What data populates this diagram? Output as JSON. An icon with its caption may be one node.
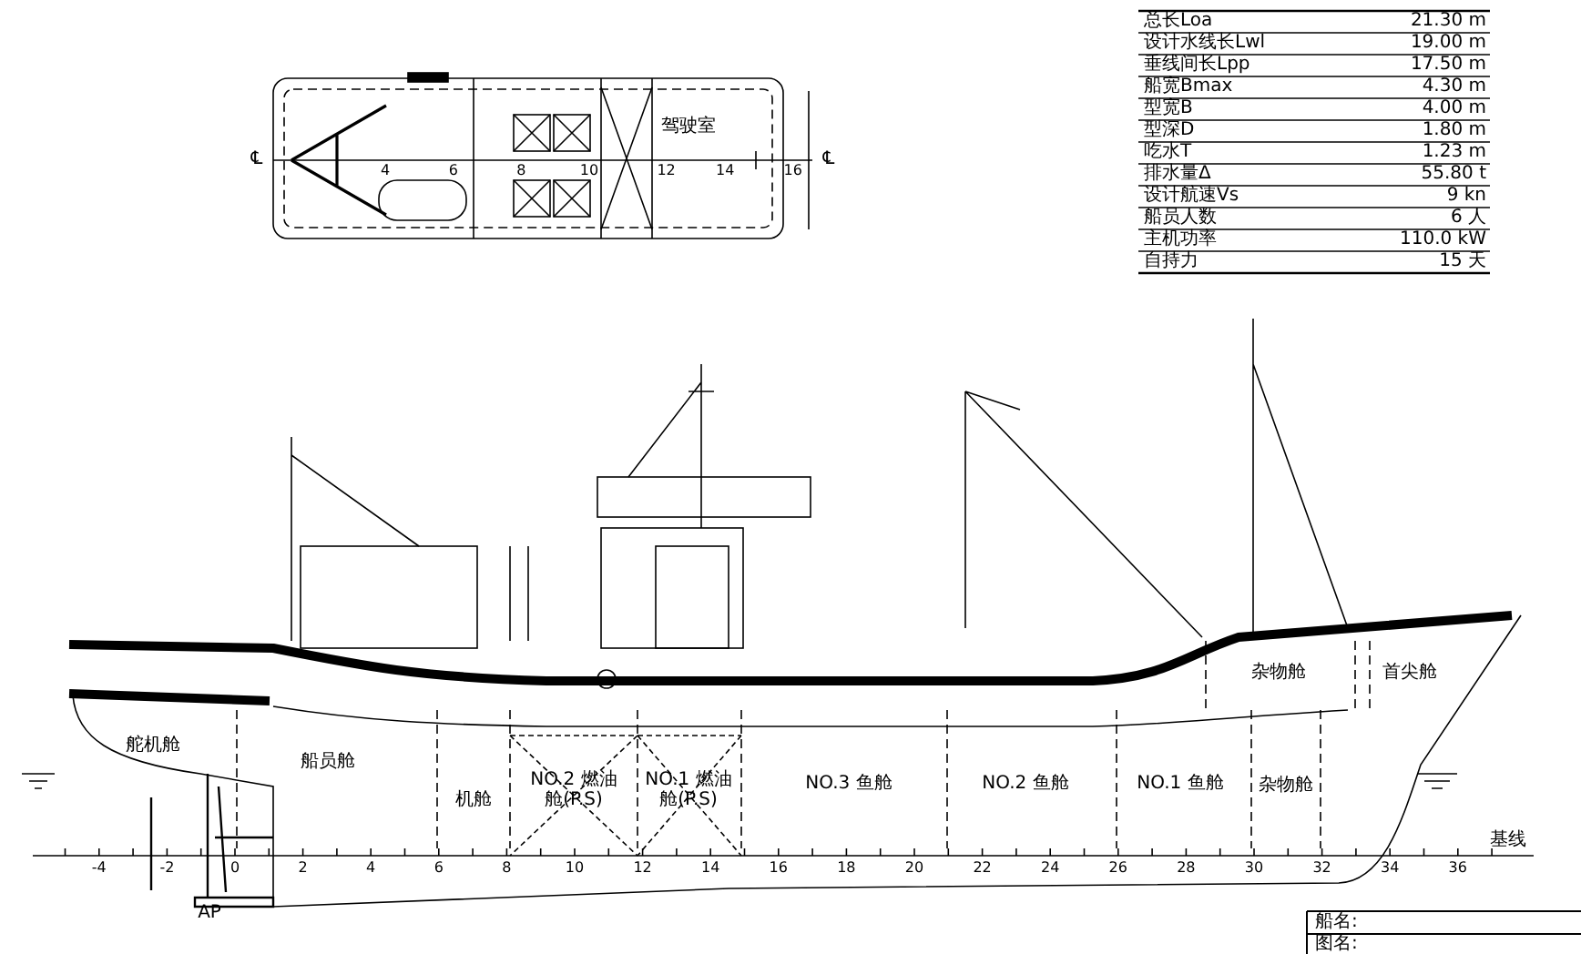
{
  "diagram": {
    "labels": [
      "总长Loa",
      "21.30 m",
      "设计水线长Lwl",
      "19.00 m",
      "垂线间长Lpp",
      "17.50 m",
      "船宽Bmax",
      "4.30 m",
      "型宽B",
      "4.00 m",
      "型深D",
      "1.80 m",
      "吃水T",
      "1.23 m",
      "排水量Δ",
      "55.80 t",
      "设计航速Vs",
      "9 kn",
      "船员人数",
      "6 人",
      "主机功率",
      "110.0 kW",
      "自持力",
      "15 天",
      "℄",
      "4",
      "6",
      "8",
      "10",
      "12",
      "14",
      "16",
      "驾驶室",
      "℄",
      "杂物舱",
      "首尖舱",
      "舵机舱",
      "船员舱",
      "机舱",
      "NO.2 燃油舱(P.S)",
      "NO.1 燃油舱(P.S)",
      "NO.3 鱼舱",
      "NO.2 鱼舱",
      "NO.1 鱼舱",
      "杂物舱",
      "基线",
      "-4",
      "-2",
      "0",
      "2",
      "4",
      "6",
      "8",
      "10",
      "12",
      "14",
      "16",
      "18",
      "20",
      "22",
      "24",
      "26",
      "28",
      "30",
      "32",
      "34",
      "36",
      "AP",
      "船名:",
      "图名:"
    ]
  }
}
